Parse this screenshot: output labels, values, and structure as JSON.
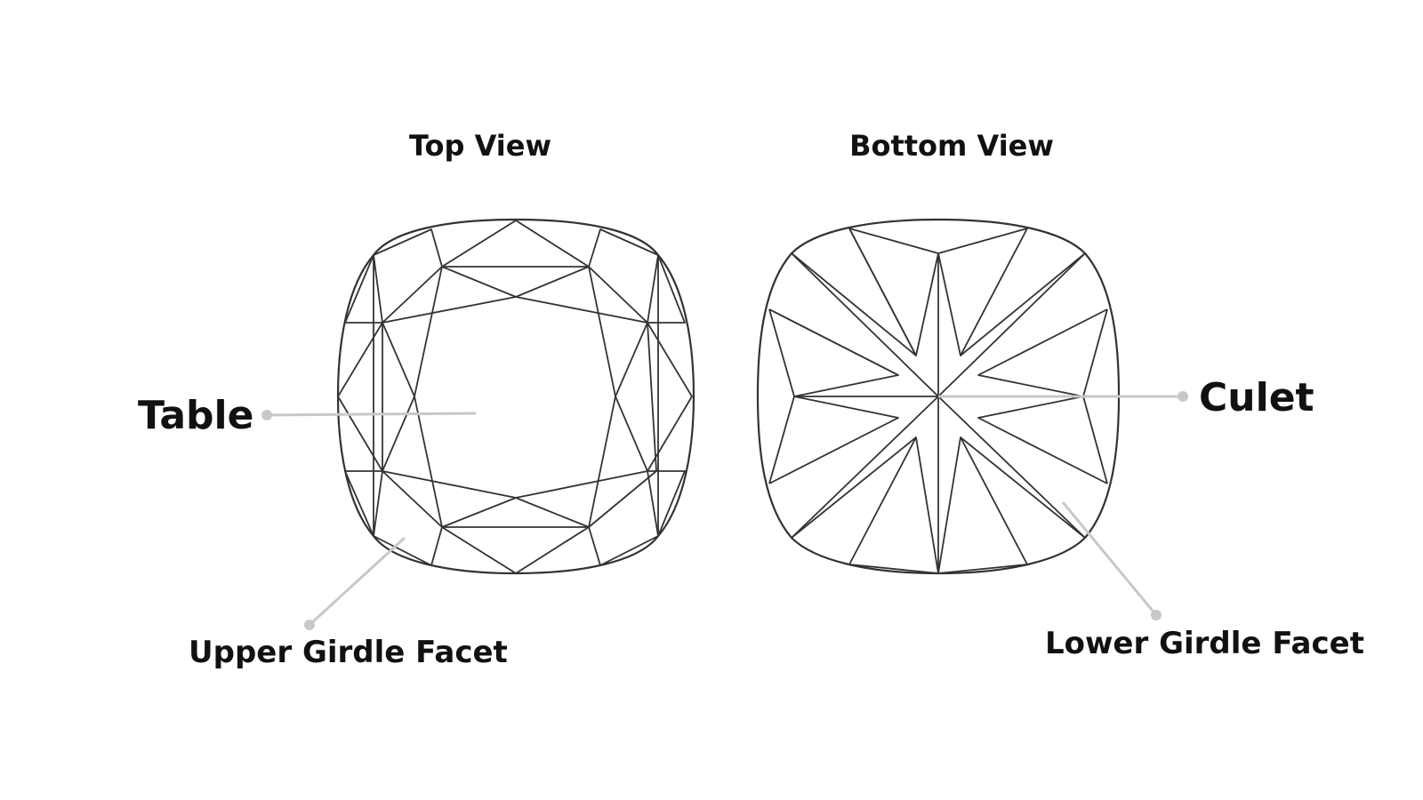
{
  "titles": {
    "top_view": "Top View",
    "bottom_view": "Bottom View"
  },
  "labels": {
    "table": "Table",
    "culet": "Culet",
    "upper_girdle_facet": "Upper Girdle Facet",
    "lower_girdle_facet": "Lower Girdle Facet"
  },
  "colors": {
    "text": "#111111",
    "facet_lines": "#333333",
    "leader_lines": "#c8c8c8",
    "background": "#ffffff"
  }
}
